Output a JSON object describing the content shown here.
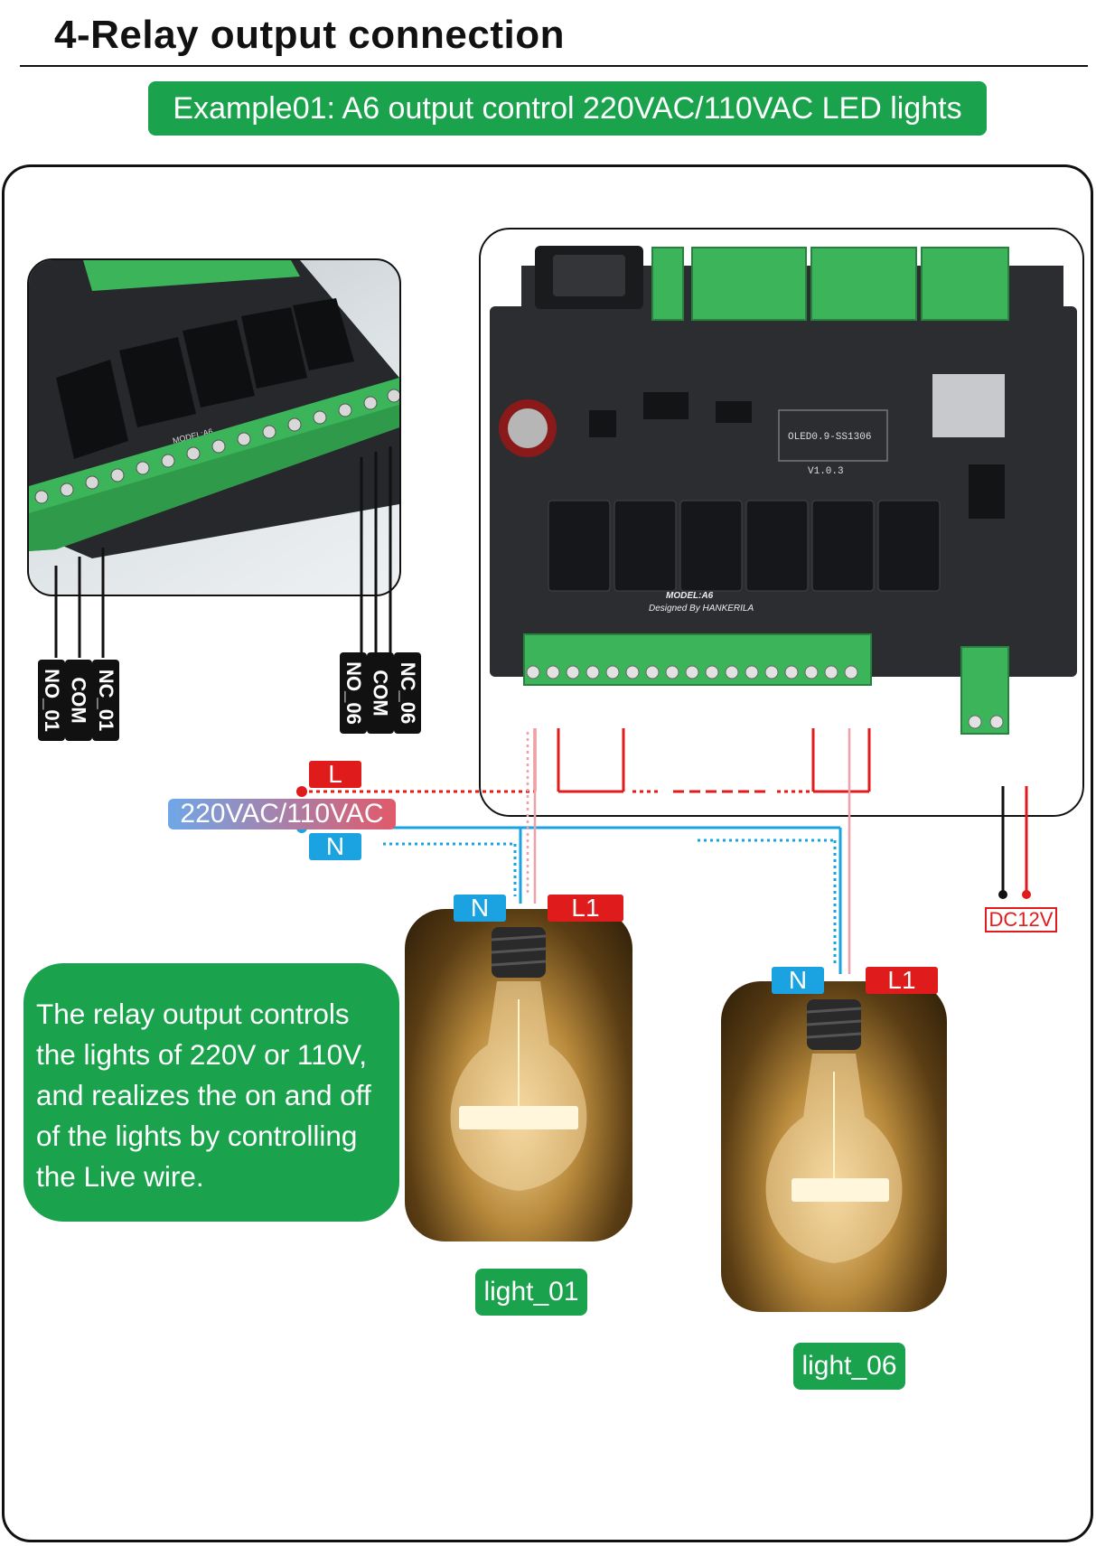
{
  "title": "4-Relay output connection",
  "example": "Example01: A6 output control 220VAC/110VAC LED lights",
  "terminals": {
    "left": [
      "NO_01",
      "COM",
      "NC_01"
    ],
    "right": [
      "NO_06",
      "COM",
      "NC_06"
    ]
  },
  "supply": {
    "live": "L",
    "voltage": "220VAC/110VAC",
    "neutral": "N",
    "dc": "DC12V"
  },
  "lights": [
    {
      "name": "light_01",
      "neutral": "N",
      "live": "L1"
    },
    {
      "name": "light_06",
      "neutral": "N",
      "live": "L1"
    }
  ],
  "board": {
    "model": "MODEL:A6",
    "designer": "Designed By  HANKERILA",
    "screen": "OLED0.9-SS1306",
    "version": "V1.0.3"
  },
  "note": "The relay output controls the lights of 220V or 110V, and realizes the on and off of the lights by controlling the Live wire.",
  "colors": {
    "green": "#1ba24d",
    "live": "#e01b1b",
    "neutral": "#1aa3e0",
    "board": "#2b2d30",
    "terminal_block": "#3cb55a"
  }
}
